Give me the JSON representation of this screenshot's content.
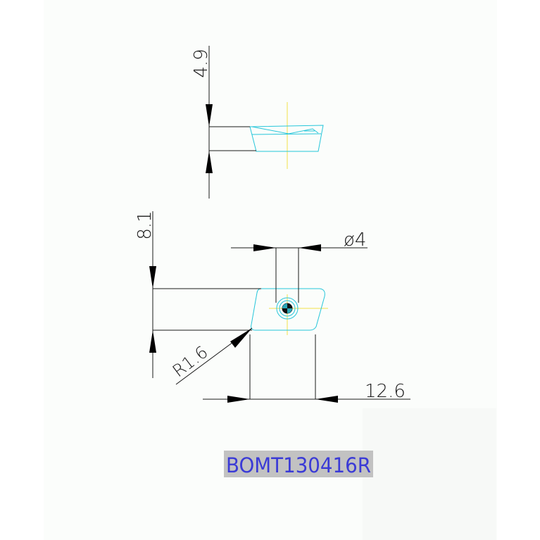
{
  "dimensions": {
    "thickness": "4.9",
    "width": "8.1",
    "hole_diameter": "ø4",
    "corner_radius": "R1.6",
    "length": "12.6"
  },
  "insert_code": "BOMT130416R",
  "colors": {
    "outline": "#26c6da",
    "center_lines": "#f2e14a",
    "dimension_lines": "#1a1a1a",
    "label_text": "#3b3bd6",
    "label_background": "#c2c2c2"
  }
}
